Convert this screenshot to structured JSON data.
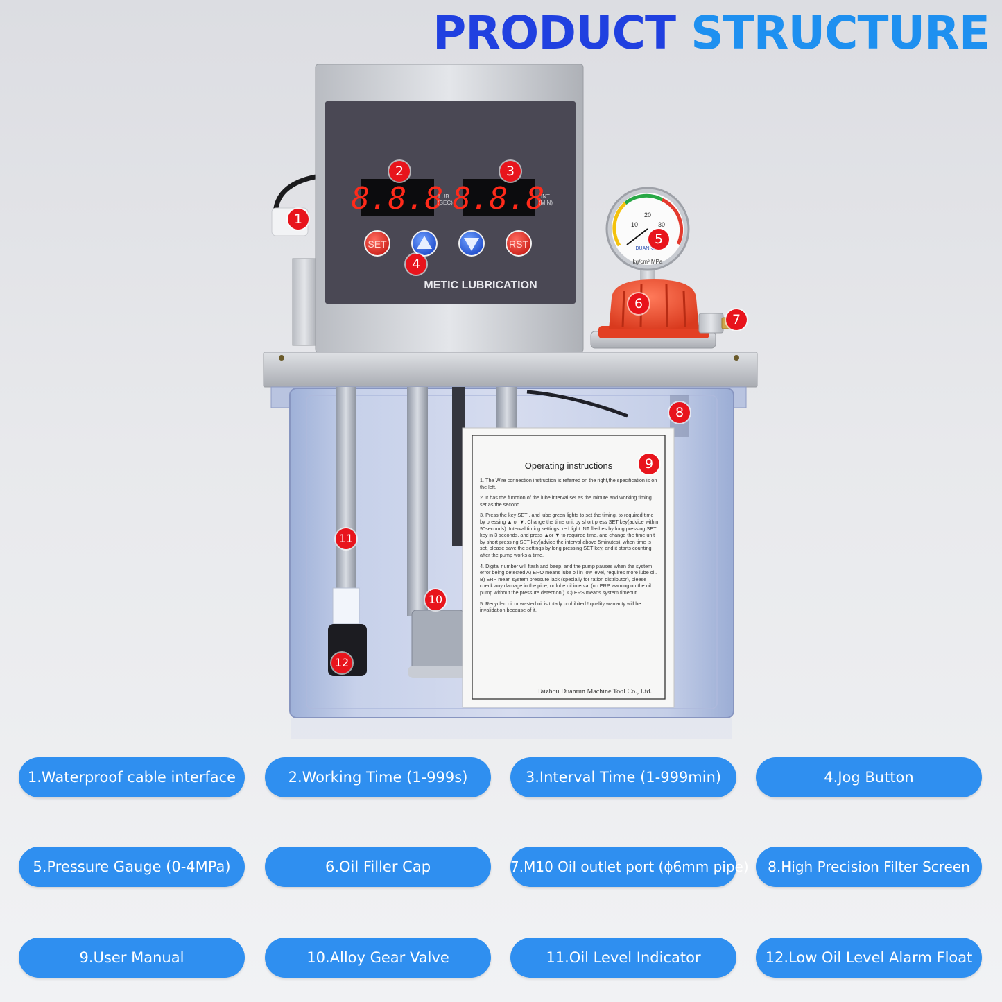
{
  "header": {
    "title_part1": "PRODUCT",
    "title_part2": "STRUCTURE"
  },
  "device": {
    "display_left": "8.8.8",
    "display_right": "8.8.8",
    "left_unit_line1": "LUB.",
    "left_unit_line2": "(SEC)",
    "right_unit_line1": "INT",
    "right_unit_line2": "(MIN)",
    "set_label": "SET",
    "rst_label": "RST",
    "brand": "METIC LUBRICATION",
    "gauge_brand": "DUANRUN",
    "gauge_unit": "kg/cm² MPa",
    "gauge_ticks": [
      "10",
      "20",
      "30"
    ]
  },
  "manual": {
    "title": "Operating instructions",
    "items": [
      "1. The Wire connection instruction is referred on the right,the specification is on the left.",
      "2. It has the function of the lube interval set as the minute and working timing set as the second.",
      "3. Press the key SET , and lube green lights to set the timing, to required time by pressing ▲ or ▼. Change the time unit by short press SET key(advice within 90seconds). Interval timing settings, red light INT flashes by long pressing SET key in 3 seconds, and press ▲or ▼ to required time, and change the time unit by short pressing SET key(advice the interval above 5minutes), when time is set, please save the settings by long pressing SET key, and it starts counting after the pump works a time.",
      "4. Digital number will flash and beep, and the pump pauses when the system error being detected A) ERO means lube oil in low level, requires more lube oil. B) ERP mean system pressure lack (specially for ration distributor), please check any damage in the pipe, or lube oil interval (no ERP warning on the oil pump without the pressure detection ). C) ERS means system timeout.",
      "5. Recycled oil or wasted oil is totally prohibited ! quality warranty will be invalidation because of it."
    ],
    "company": "Taizhou Duanrun Machine Tool Co., Ltd."
  },
  "callouts": [
    "1",
    "2",
    "3",
    "4",
    "5",
    "6",
    "7",
    "8",
    "9",
    "10",
    "11",
    "12"
  ],
  "labels": [
    "1.Waterproof cable interface",
    "2.Working Time (1-999s)",
    "3.Interval Time (1-999min)",
    "4.Jog Button",
    "5.Pressure Gauge (0-4MPa)",
    "6.Oil Filler Cap",
    "7.M10 Oil outlet port (ϕ6mm pipe)",
    "8.High Precision Filter Screen",
    "9.User Manual",
    "10.Alloy Gear Valve",
    "11.Oil Level Indicator",
    "12.Low Oil Level Alarm Float"
  ],
  "colors": {
    "title_primary": "#2040e0",
    "title_secondary": "#1e90f0",
    "label_fill": "#2f8ff0",
    "callout_fill": "#e8141c",
    "led_digits": "#ff2a1a",
    "filler_cap": "#f2462a"
  }
}
